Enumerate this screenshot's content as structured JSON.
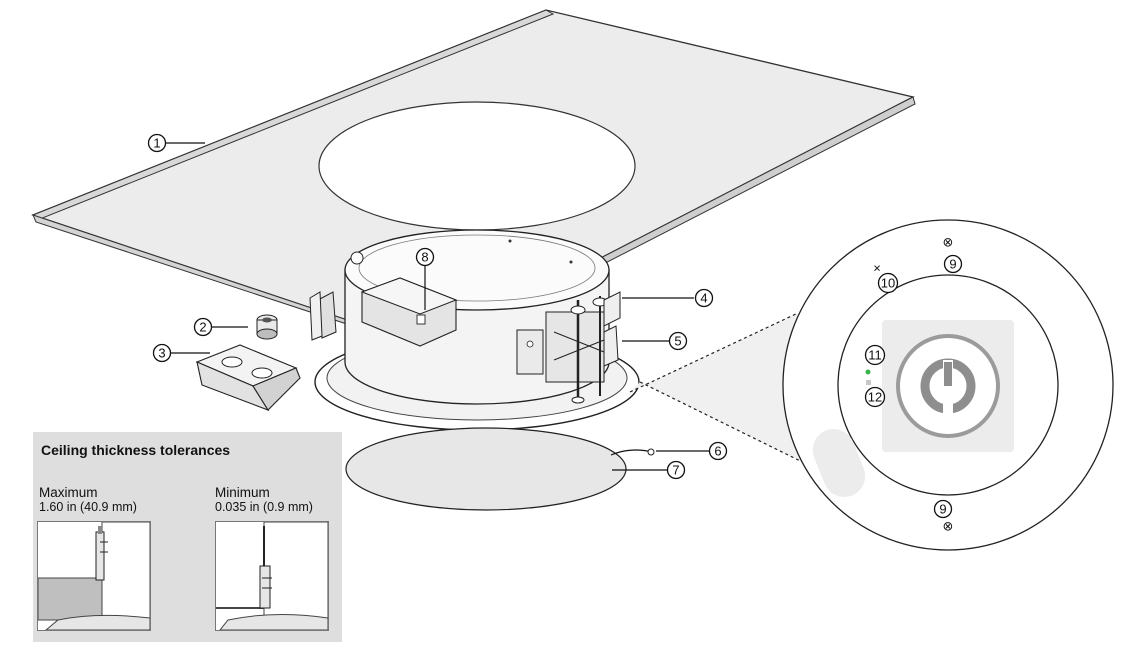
{
  "callouts": [
    "1",
    "2",
    "3",
    "4",
    "5",
    "6",
    "7",
    "8",
    "9",
    "10",
    "11",
    "12"
  ],
  "tolerance_panel": {
    "title": "Ceiling thickness tolerances",
    "maximum": {
      "label": "Maximum",
      "value": "1.60 in  (40.9 mm)"
    },
    "minimum": {
      "label": "Minimum",
      "value": "0.035 in  (0.9 mm)"
    }
  },
  "colors": {
    "tile": "#e9e9e9",
    "panel": "#dedede",
    "led_green": "#39b54a",
    "led_gray": "#c7c7c7",
    "knob": "#8e8e8e"
  }
}
